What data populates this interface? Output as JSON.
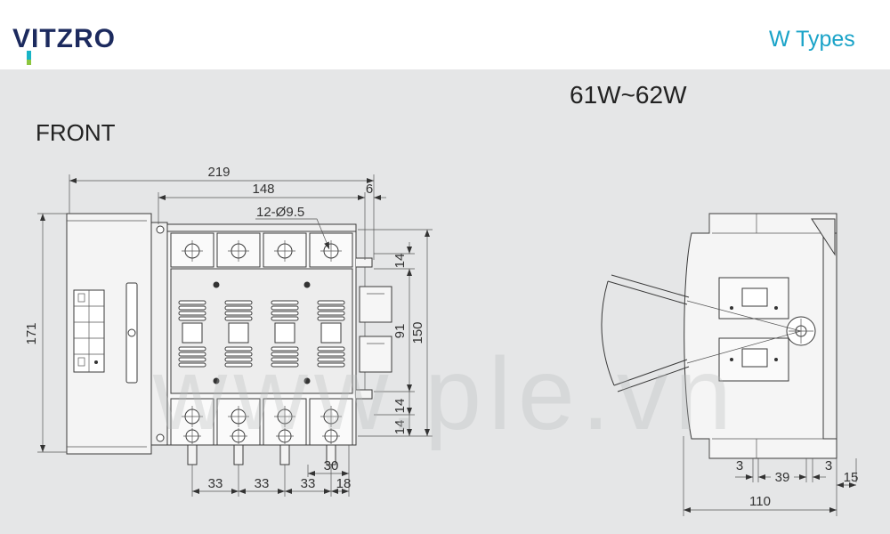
{
  "header": {
    "logo_text": "VITZRO",
    "series_title": "W Types"
  },
  "drawing": {
    "model": "61W~62W",
    "view_label": "FRONT",
    "watermark": "www.ple.vn"
  },
  "front_dimensions": {
    "overall_width": "219",
    "frame_width": "148",
    "right_offset": "6",
    "mounting_holes": "12-Ø9.5",
    "overall_height": "171",
    "mounting_height": "150",
    "center_height": "91",
    "top_gap": "14",
    "bottom_gap_1": "14",
    "bottom_gap_2": "14",
    "terminal_span": "30",
    "pitch_1": "33",
    "pitch_2": "33",
    "pitch_3": "33",
    "end_pitch": "18"
  },
  "side_dimensions": {
    "left_margin": "3",
    "center_width": "39",
    "right_margin": "3",
    "offset": "15",
    "depth": "110"
  },
  "colors": {
    "background": "#e5e6e7",
    "header": "#ffffff",
    "line": "#3a3a3a",
    "logo": "#1c2a5e",
    "accent": "#1aa3c8"
  }
}
